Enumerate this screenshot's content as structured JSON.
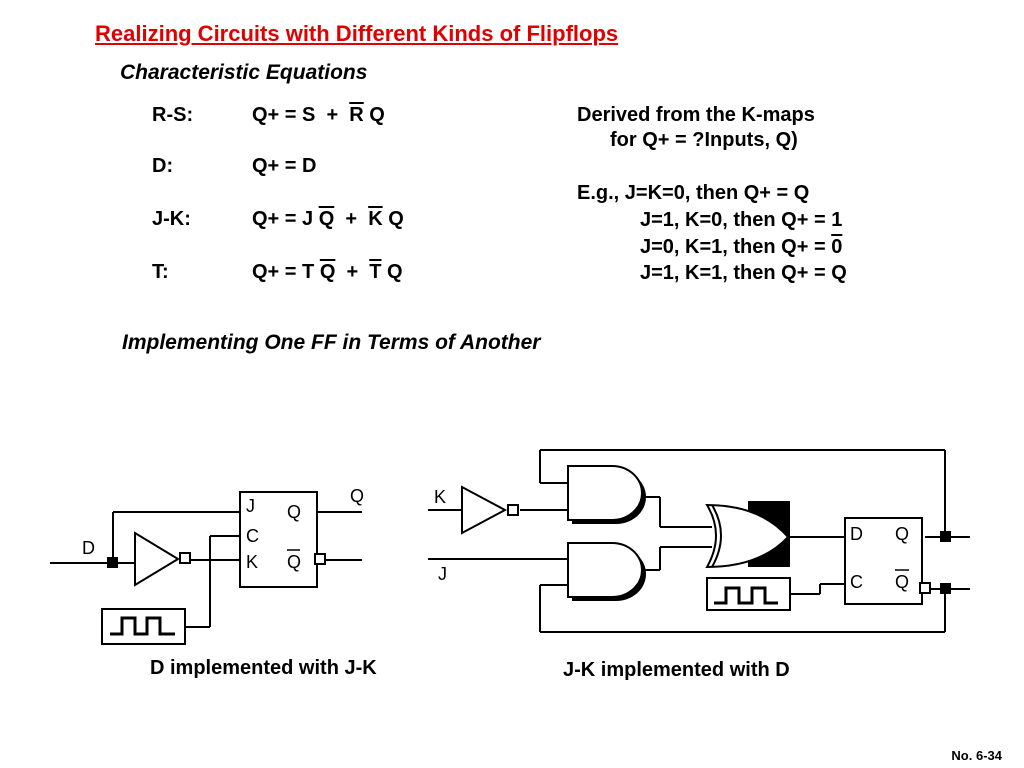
{
  "title": "Realizing Circuits with Different Kinds of Flipflops",
  "section1": "Characteristic Equations",
  "equations": [
    {
      "label": "R-S:",
      "pre": "Q+ = S  +  ",
      "b1": "R",
      "mid": " Q",
      "b2": "",
      "post": ""
    },
    {
      "label": "D:",
      "pre": "Q+ = D",
      "b1": "",
      "mid": "",
      "b2": "",
      "post": ""
    },
    {
      "label": "J-K:",
      "pre": "Q+ = J ",
      "b1": "Q",
      "mid": "  +  ",
      "b2": "K",
      "post": " Q"
    },
    {
      "label": "T:",
      "pre": "Q+ = T ",
      "b1": "Q",
      "mid": "  +  ",
      "b2": "T",
      "post": " Q"
    }
  ],
  "derived": {
    "line1": "Derived from the K-maps",
    "line2": "for Q+ = ?Inputs, Q)",
    "eg1": "E.g., J=K=0, then Q+ = Q",
    "eg2": "J=1, K=0, then Q+ = 1",
    "eg3pre": "J=0, K=1, then Q+ = ",
    "eg3bar": "0",
    "eg4": "J=1, K=1, then Q+ = Q"
  },
  "section2": "Implementing One FF in Terms of Another",
  "left_circuit": {
    "input": "D",
    "ff_pins": {
      "j": "J",
      "c": "C",
      "k": "K",
      "q": "Q",
      "qbar": "Q"
    },
    "output": "Q",
    "caption": "D implemented with J-K"
  },
  "right_circuit": {
    "input_k": "K",
    "input_j": "J",
    "ff_pins": {
      "d": "D",
      "c": "C",
      "q": "Q",
      "qbar": "Q"
    },
    "caption": "J-K implemented with D"
  },
  "page_number": "No. 6-34"
}
